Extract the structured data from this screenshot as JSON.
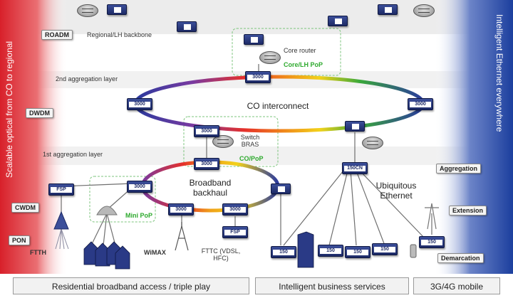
{
  "side_left_text": "Scalable optical from CO to regional",
  "side_right_text": "Intelligent Ethernet everywhere",
  "left_tags": {
    "roadm": "ROADM",
    "dwdm": "DWDM",
    "cwdm": "CWDM",
    "pon": "PON"
  },
  "right_tags": {
    "aggregation": "Aggregation",
    "extension": "Extension",
    "demarcation": "Demarcation"
  },
  "layer_labels": {
    "regional": "Regional/LH backbone",
    "second": "2nd aggregation layer",
    "first": "1st aggregation layer"
  },
  "ring_labels": {
    "co_interconnect": "CO interconnect",
    "broadband_backhaul": "Broadband backhaul",
    "ubiquitous_ethernet": "Ubiquitous Ethernet"
  },
  "nodes": {
    "core_router": "Core router",
    "core_lh_pop": "Core/LH PoP",
    "switch_bras": "Switch BRAS",
    "co_pop": "CO/PoP",
    "mini_pop": "Mini PoP",
    "ftth": "FTTH",
    "wimax": "WiMAX",
    "fttc": "FTTC (VDSL, HFC)"
  },
  "device_labels": {
    "d3000": "3000",
    "d150cn": "150CN",
    "fsp": "FSP",
    "d150": "150"
  },
  "bottom_boxes": {
    "residential": "Residential broadband access / triple play",
    "business": "Intelligent business services",
    "mobile": "3G/4G mobile"
  },
  "colors": {
    "left_band": "#d8202a",
    "right_band": "#1c3f9e",
    "device": "#2a3a86",
    "green_label": "#2eaa2e"
  }
}
